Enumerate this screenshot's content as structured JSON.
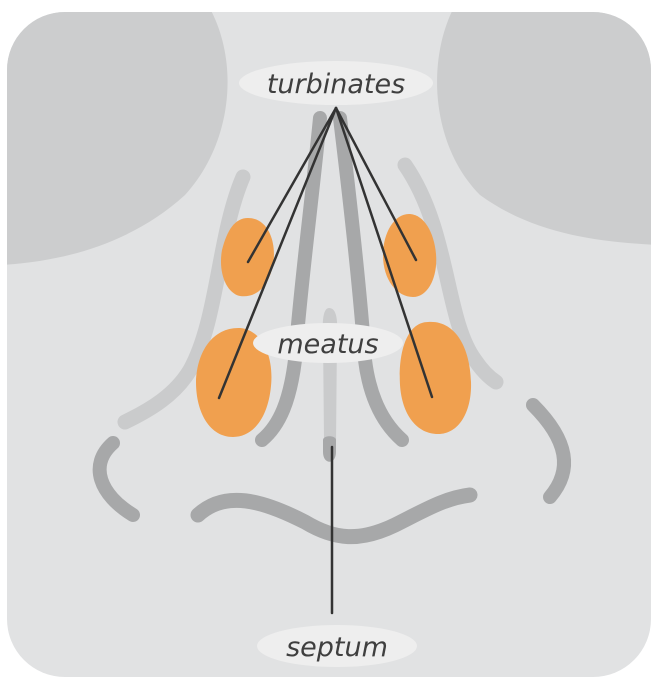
{
  "labels": {
    "turbinates": "turbinates",
    "meatus": "meatus",
    "septum": "septum"
  },
  "colors": {
    "background_panel": "#e1e2e3",
    "face_shadow": "#cccdce",
    "nose_structure": "#a7a8a9",
    "nose_light_contour": "#cacbcc",
    "turbinate_fill": "#f0a04f",
    "leader_line": "#333333",
    "label_pill": "#eeeeee",
    "label_text": "#3f3f3f"
  },
  "icons": {
    "turbinate": "orange-oval"
  }
}
